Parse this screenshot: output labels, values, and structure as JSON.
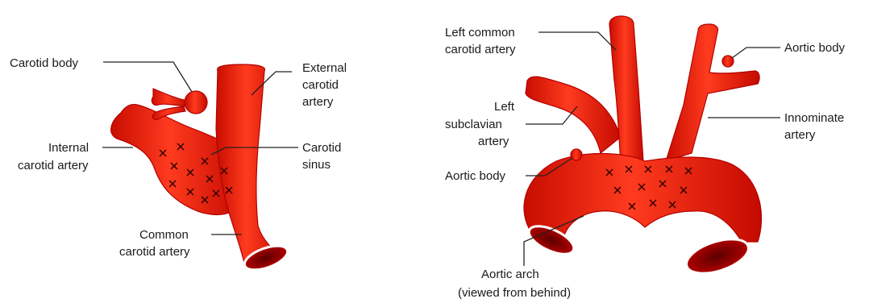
{
  "diagram": {
    "left_panel": {
      "labels": {
        "carotid_body": "Carotid body",
        "external_1": "External",
        "external_2": "carotid",
        "external_3": "artery",
        "internal_1": "Internal",
        "internal_2": "carotid artery",
        "sinus_1": "Carotid",
        "sinus_2": "sinus",
        "common_1": "Common",
        "common_2": "carotid artery"
      }
    },
    "right_panel": {
      "labels": {
        "lcc_1": "Left common",
        "lcc_2": "carotid artery",
        "aortic_body_top": "Aortic body",
        "left_sub_1": "Left",
        "left_sub_2": "subclavian",
        "left_sub_3": "artery",
        "innominate_1": "Innominate",
        "innominate_2": "artery",
        "aortic_body_left": "Aortic body",
        "arch_1": "Aortic arch",
        "arch_2": "(viewed from behind)"
      }
    },
    "colors": {
      "artery": "#e8200f",
      "artery_dark": "#b30000",
      "artery_light": "#ff5a3c",
      "label_text": "#1a1a1a"
    }
  }
}
